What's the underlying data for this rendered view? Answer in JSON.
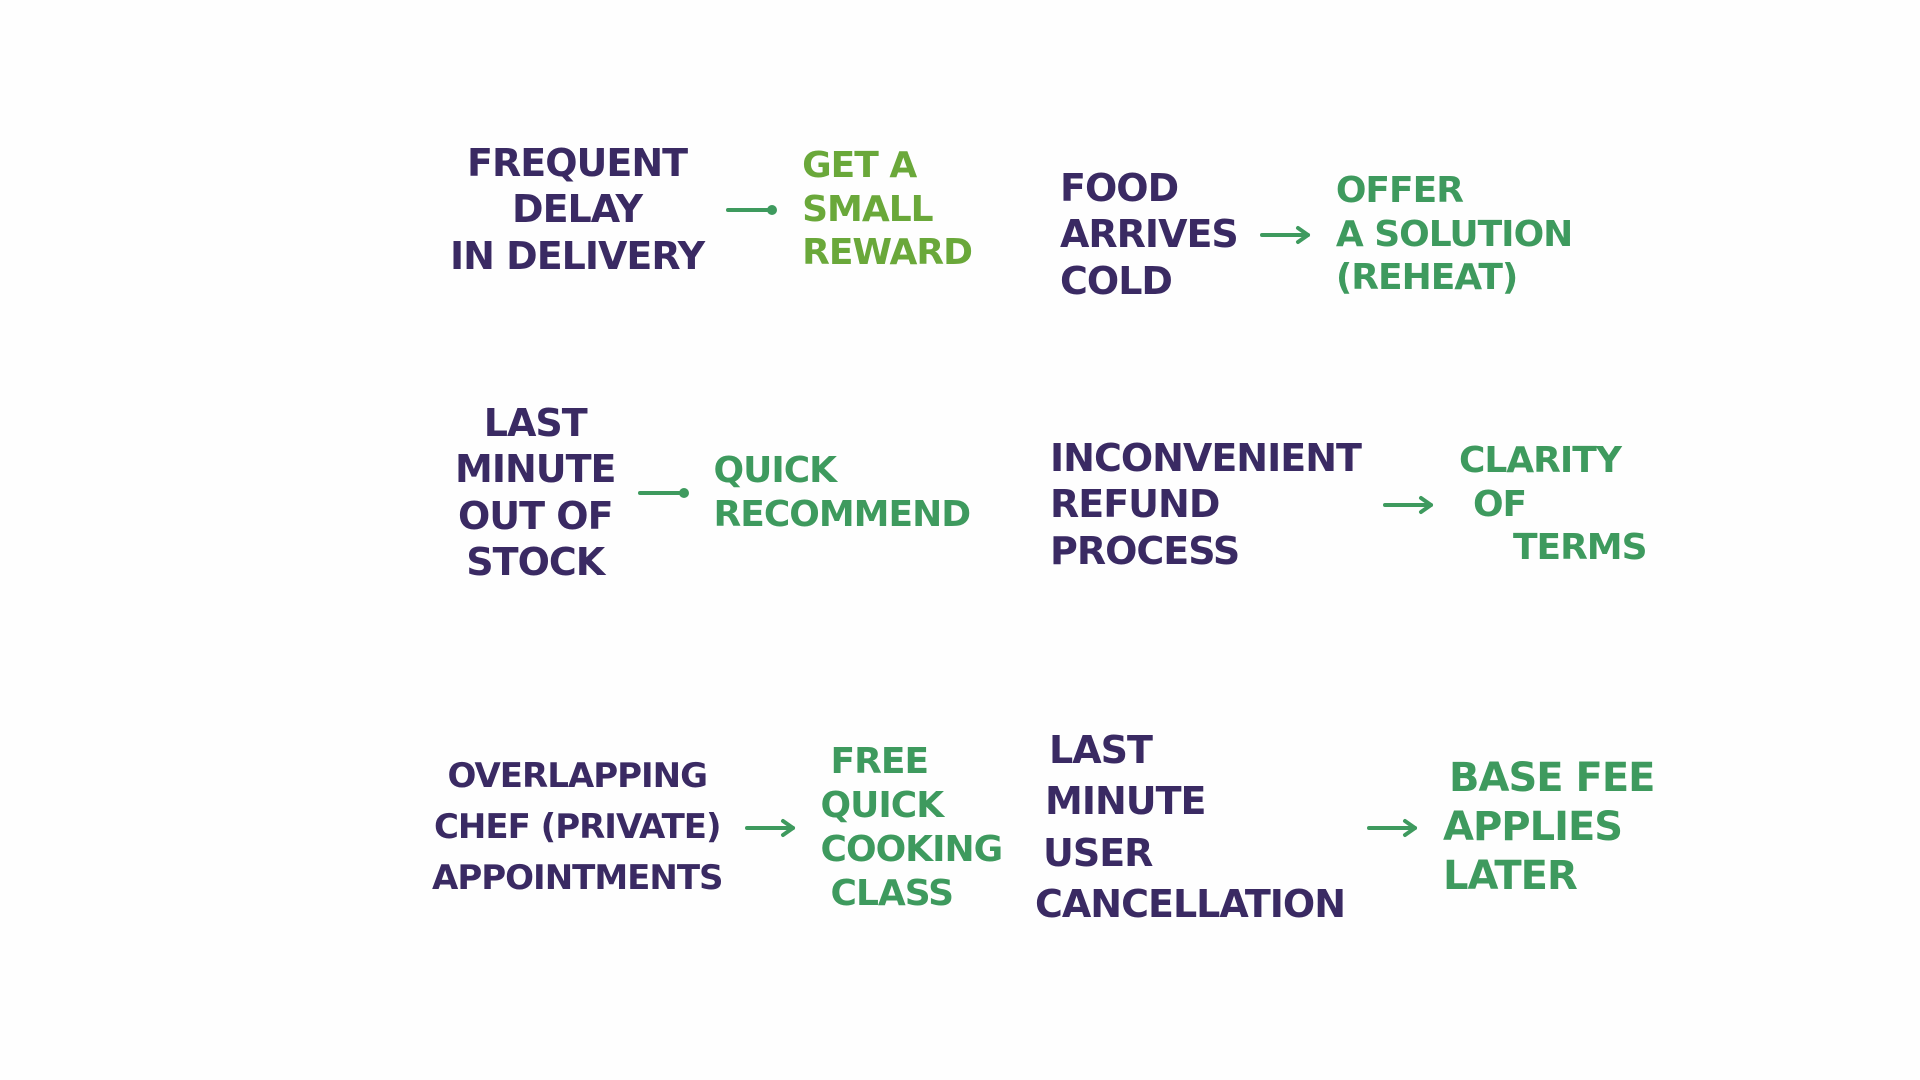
{
  "colors": {
    "problem_ink": "#3a2a63",
    "solution_ink": "#3e9a5e",
    "highlight_ink": "#6aa83a",
    "board": "#fefefe"
  },
  "pairs": [
    {
      "problem": [
        "FREQUENT",
        "DELAY",
        "IN DELIVERY"
      ],
      "solution": [
        "GET A",
        "SMALL",
        "REWARD"
      ]
    },
    {
      "problem": [
        "FOOD",
        "ARRIVES",
        "COLD"
      ],
      "solution": [
        "OFFER",
        "A SOLUTION",
        "(REHEAT)"
      ]
    },
    {
      "problem": [
        "LAST",
        "MINUTE",
        "OUT OF",
        "STOCK"
      ],
      "solution": [
        "QUICK",
        "RECOMMEND"
      ]
    },
    {
      "problem": [
        "INCONVENIENT",
        "REFUND",
        "PROCESS"
      ],
      "solution": [
        "CLARITY",
        "OF",
        "TERMS"
      ]
    },
    {
      "problem": [
        "OVERLAPPING",
        "CHEF (PRIVATE)",
        "APPOINTMENTS"
      ],
      "solution": [
        "FREE",
        "QUICK",
        "COOKING",
        "CLASS"
      ]
    },
    {
      "problem": [
        "LAST",
        "MINUTE",
        "USER",
        "CANCELLATION"
      ],
      "solution": [
        "BASE FEE",
        "APPLIES",
        "LATER"
      ]
    }
  ]
}
